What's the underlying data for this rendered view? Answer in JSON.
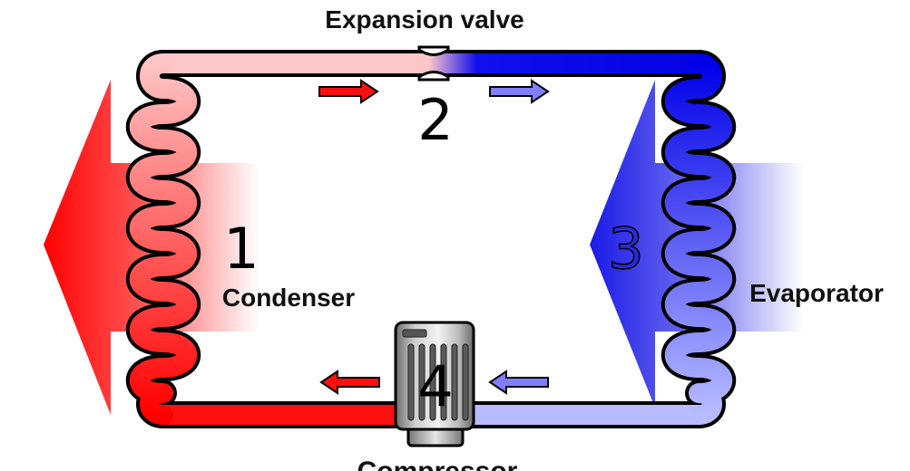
{
  "labels": {
    "expansion_valve": "Expansion valve",
    "condenser": "Condenser",
    "evaporator": "Evaporator",
    "compressor": "Compressor"
  },
  "numbers": {
    "condenser": "1",
    "expansion_valve": "2",
    "evaporator": "3",
    "compressor": "4"
  },
  "colors": {
    "hot": "#ff0000",
    "warm": "#ffb0b0",
    "cold": "#0000e8",
    "cool": "#b4b8ff",
    "arrow_red": "#ff1010",
    "arrow_blue": "#8080ff"
  }
}
